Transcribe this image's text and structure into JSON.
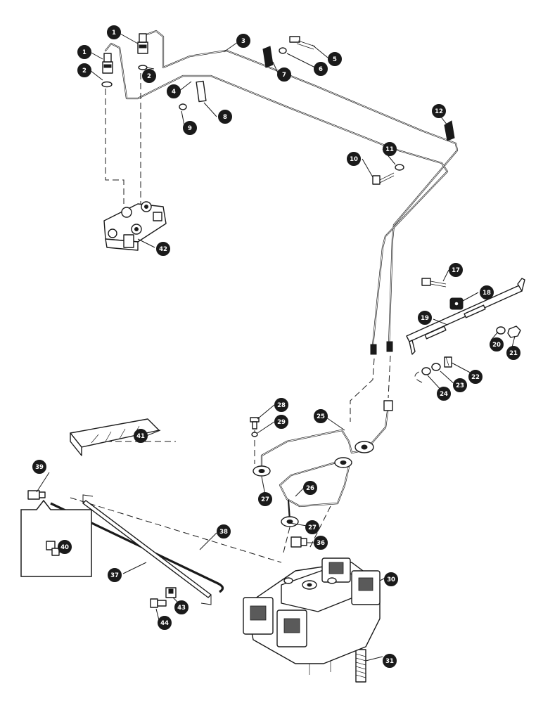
{
  "diagram": {
    "callouts": [
      {
        "id": "c1a",
        "label": "1"
      },
      {
        "id": "c1b",
        "label": "1"
      },
      {
        "id": "c2a",
        "label": "2"
      },
      {
        "id": "c2b",
        "label": "2"
      },
      {
        "id": "c3",
        "label": "3"
      },
      {
        "id": "c4",
        "label": "4"
      },
      {
        "id": "c5",
        "label": "5"
      },
      {
        "id": "c6",
        "label": "6"
      },
      {
        "id": "c7",
        "label": "7"
      },
      {
        "id": "c8",
        "label": "8"
      },
      {
        "id": "c9",
        "label": "9"
      },
      {
        "id": "c10",
        "label": "10"
      },
      {
        "id": "c11",
        "label": "11"
      },
      {
        "id": "c12",
        "label": "12"
      },
      {
        "id": "c17",
        "label": "17"
      },
      {
        "id": "c18",
        "label": "18"
      },
      {
        "id": "c19",
        "label": "19"
      },
      {
        "id": "c20",
        "label": "20"
      },
      {
        "id": "c21",
        "label": "21"
      },
      {
        "id": "c22",
        "label": "22"
      },
      {
        "id": "c23",
        "label": "23"
      },
      {
        "id": "c24",
        "label": "24"
      },
      {
        "id": "c25",
        "label": "25"
      },
      {
        "id": "c26",
        "label": "26"
      },
      {
        "id": "c27a",
        "label": "27"
      },
      {
        "id": "c27b",
        "label": "27"
      },
      {
        "id": "c28",
        "label": "28"
      },
      {
        "id": "c29",
        "label": "29"
      },
      {
        "id": "c30",
        "label": "30"
      },
      {
        "id": "c31",
        "label": "31"
      },
      {
        "id": "c36",
        "label": "36"
      },
      {
        "id": "c37",
        "label": "37"
      },
      {
        "id": "c38",
        "label": "38"
      },
      {
        "id": "c39",
        "label": "39"
      },
      {
        "id": "c40",
        "label": "40"
      },
      {
        "id": "c41",
        "label": "41"
      },
      {
        "id": "c42",
        "label": "42"
      },
      {
        "id": "c43",
        "label": "43"
      },
      {
        "id": "c44",
        "label": "44"
      }
    ]
  }
}
